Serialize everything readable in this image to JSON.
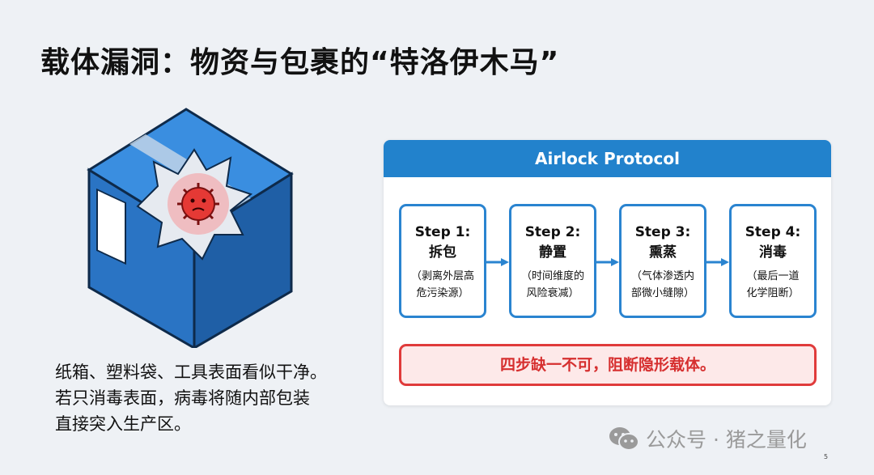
{
  "title": "载体漏洞：物资与包裹的“特洛伊木马”",
  "description": [
    "纸箱、塑料袋、工具表面看似干净。",
    "若只消毒表面，病毒将随内部包装",
    "直接突入生产区。"
  ],
  "panel": {
    "header": "Airlock Protocol",
    "steps": [
      {
        "label": "Step 1:",
        "name": "拆包",
        "desc_lines": [
          "（剥离外层高",
          "危污染源）"
        ]
      },
      {
        "label": "Step 2:",
        "name": "静置",
        "desc_lines": [
          "（时间维度的",
          "风险衰减）"
        ]
      },
      {
        "label": "Step 3:",
        "name": "熏蒸",
        "desc_lines": [
          "（气体渗透内",
          "部微小缝隙）"
        ]
      },
      {
        "label": "Step 4:",
        "name": "消毒",
        "desc_lines": [
          "（最后一道",
          "化学阻断）"
        ]
      }
    ],
    "alert": "四步缺一不可，阻断隐形载体。"
  },
  "watermark": "公众号 · 猪之量化",
  "page_number": "5",
  "colors": {
    "accent": "#2282cc",
    "alert": "#e03b3b",
    "background": "#eef1f5"
  }
}
